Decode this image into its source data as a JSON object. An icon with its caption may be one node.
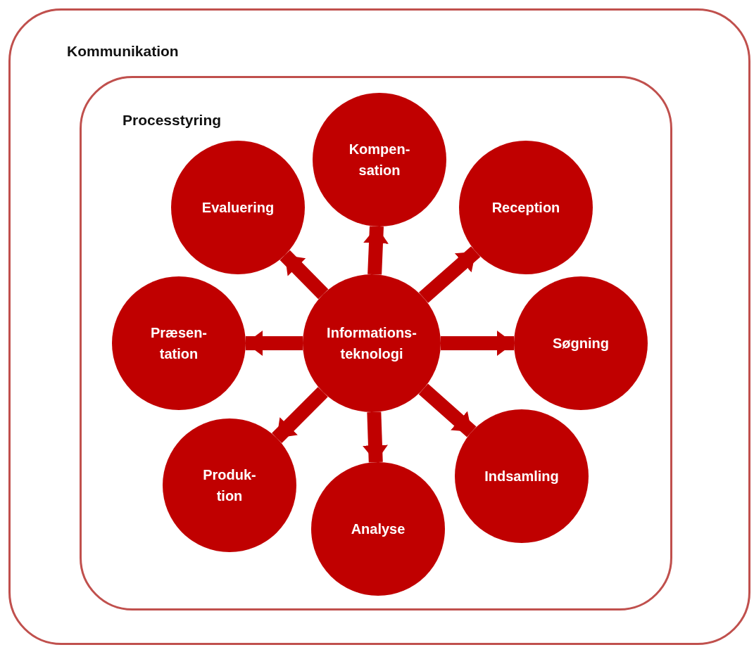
{
  "diagram": {
    "nodes": [
      {
        "text": [
          "Kommunikation"
        ]
      },
      {
        "text": [
          "Processtyring"
        ],
        "in": 0
      },
      {
        "text": [
          "Kompen- sation"
        ],
        "in": 1
      },
      {
        "text": [
          "Evaluering"
        ],
        "in": 1
      },
      {
        "text": [
          "Reception"
        ],
        "in": 1
      },
      {
        "text": [
          "Præsen- tation"
        ],
        "in": 1
      },
      {
        "text": [
          "Informations- teknologi"
        ],
        "in": 1
      },
      {
        "text": [
          "Søgning"
        ],
        "in": 1
      },
      {
        "text": [
          "Produk- tion"
        ],
        "in": 1
      },
      {
        "text": [
          "Indsamling"
        ],
        "in": 1
      },
      {
        "text": [
          "Analyse"
        ],
        "in": 1
      }
    ],
    "edges": [
      {
        "from": 6,
        "to": 2,
        "arrow": "to"
      },
      {
        "from": 6,
        "to": 4,
        "arrow": "to"
      },
      {
        "from": 6,
        "to": 7,
        "arrow": "to"
      },
      {
        "from": 6,
        "to": 9,
        "arrow": "to"
      },
      {
        "from": 6,
        "to": 10,
        "arrow": "to"
      },
      {
        "from": 6,
        "to": 8,
        "arrow": "to"
      },
      {
        "from": 6,
        "to": 5,
        "arrow": "to"
      },
      {
        "from": 6,
        "to": 3,
        "arrow": "to"
      }
    ]
  }
}
